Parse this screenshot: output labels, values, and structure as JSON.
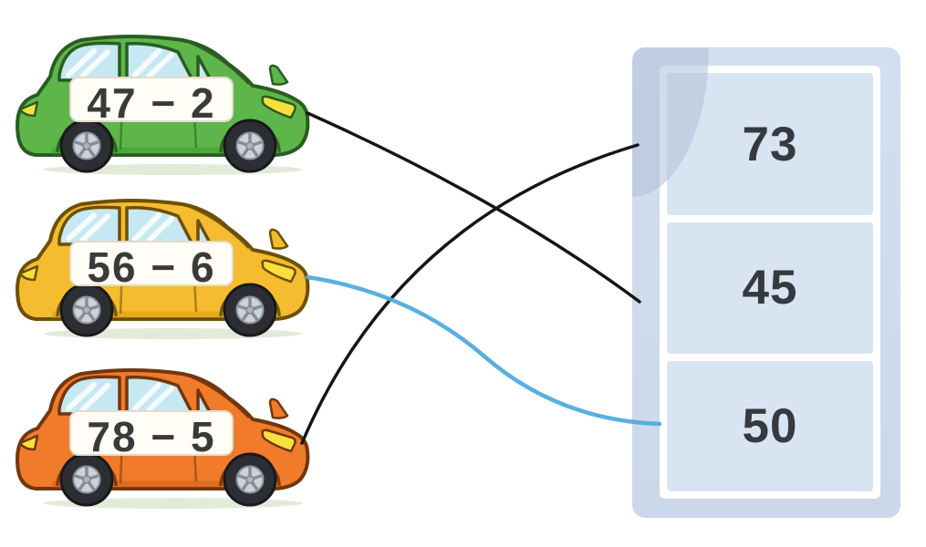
{
  "cars": [
    {
      "name": "green car",
      "expression": "47 − 2"
    },
    {
      "name": "yellow car",
      "expression": "56 − 6"
    },
    {
      "name": "orange car",
      "expression": "78 − 5"
    }
  ],
  "answers": [
    {
      "value": "73"
    },
    {
      "value": "45"
    },
    {
      "value": "50"
    }
  ],
  "connections": [
    {
      "from": "47 − 2",
      "to": "45",
      "color": "#151515"
    },
    {
      "from": "78 − 5",
      "to": "73",
      "color": "#151515"
    },
    {
      "from": "56 − 6",
      "to": "50",
      "color": "#51abdc"
    }
  ],
  "colors": {
    "car_green": "#5eb64a",
    "car_yellow": "#f4bc2e",
    "car_orange": "#ef7b2b",
    "panel_bg": "#cfdcec",
    "cell_bg": "#d9e4f2",
    "number_text": "#36393f",
    "connector_black": "#151515",
    "connector_blue": "#51abdc"
  }
}
